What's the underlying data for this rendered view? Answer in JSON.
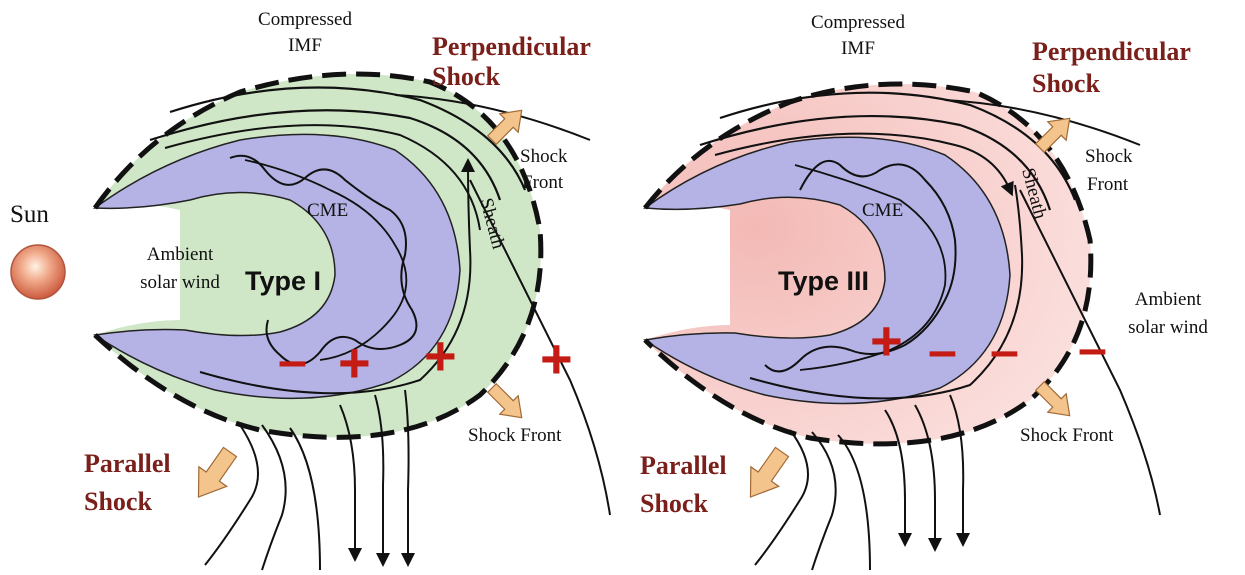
{
  "colors": {
    "sheath_left": "#cfe6c7",
    "sheath_right": "#f6c9c6",
    "cme": "#b5b3e6",
    "sign": "#c41c14",
    "shock_title": "#7a1f1a",
    "arrow_fill": "#f3c48b",
    "arrow_stroke": "#a26a36"
  },
  "left": {
    "compressed_imf": [
      "Compressed",
      "IMF"
    ],
    "perpendicular_shock": [
      "Perpendicular",
      "Shock"
    ],
    "shock_front_upper": [
      "Shock",
      "Front"
    ],
    "shock_front_lower": "Shock Front",
    "sheath": "Sheath",
    "cme": "CME",
    "ambient_solar_wind": [
      "Ambient",
      "solar wind"
    ],
    "type": "Type I",
    "parallel_shock": [
      "Parallel",
      "Shock"
    ],
    "charges": [
      "–",
      "+",
      "+",
      "+"
    ],
    "sun": "Sun"
  },
  "right": {
    "compressed_imf": [
      "Compressed",
      "IMF"
    ],
    "perpendicular_shock": [
      "Perpendicular",
      "Shock"
    ],
    "shock_front_upper": [
      "Shock",
      "Front"
    ],
    "shock_front_lower": "Shock Front",
    "sheath": "Sheath",
    "cme": "CME",
    "ambient_solar_wind": [
      "Ambient",
      "solar wind"
    ],
    "type": "Type III",
    "parallel_shock": [
      "Parallel",
      "Shock"
    ],
    "charges": [
      "+",
      "–",
      "–",
      "–"
    ]
  }
}
